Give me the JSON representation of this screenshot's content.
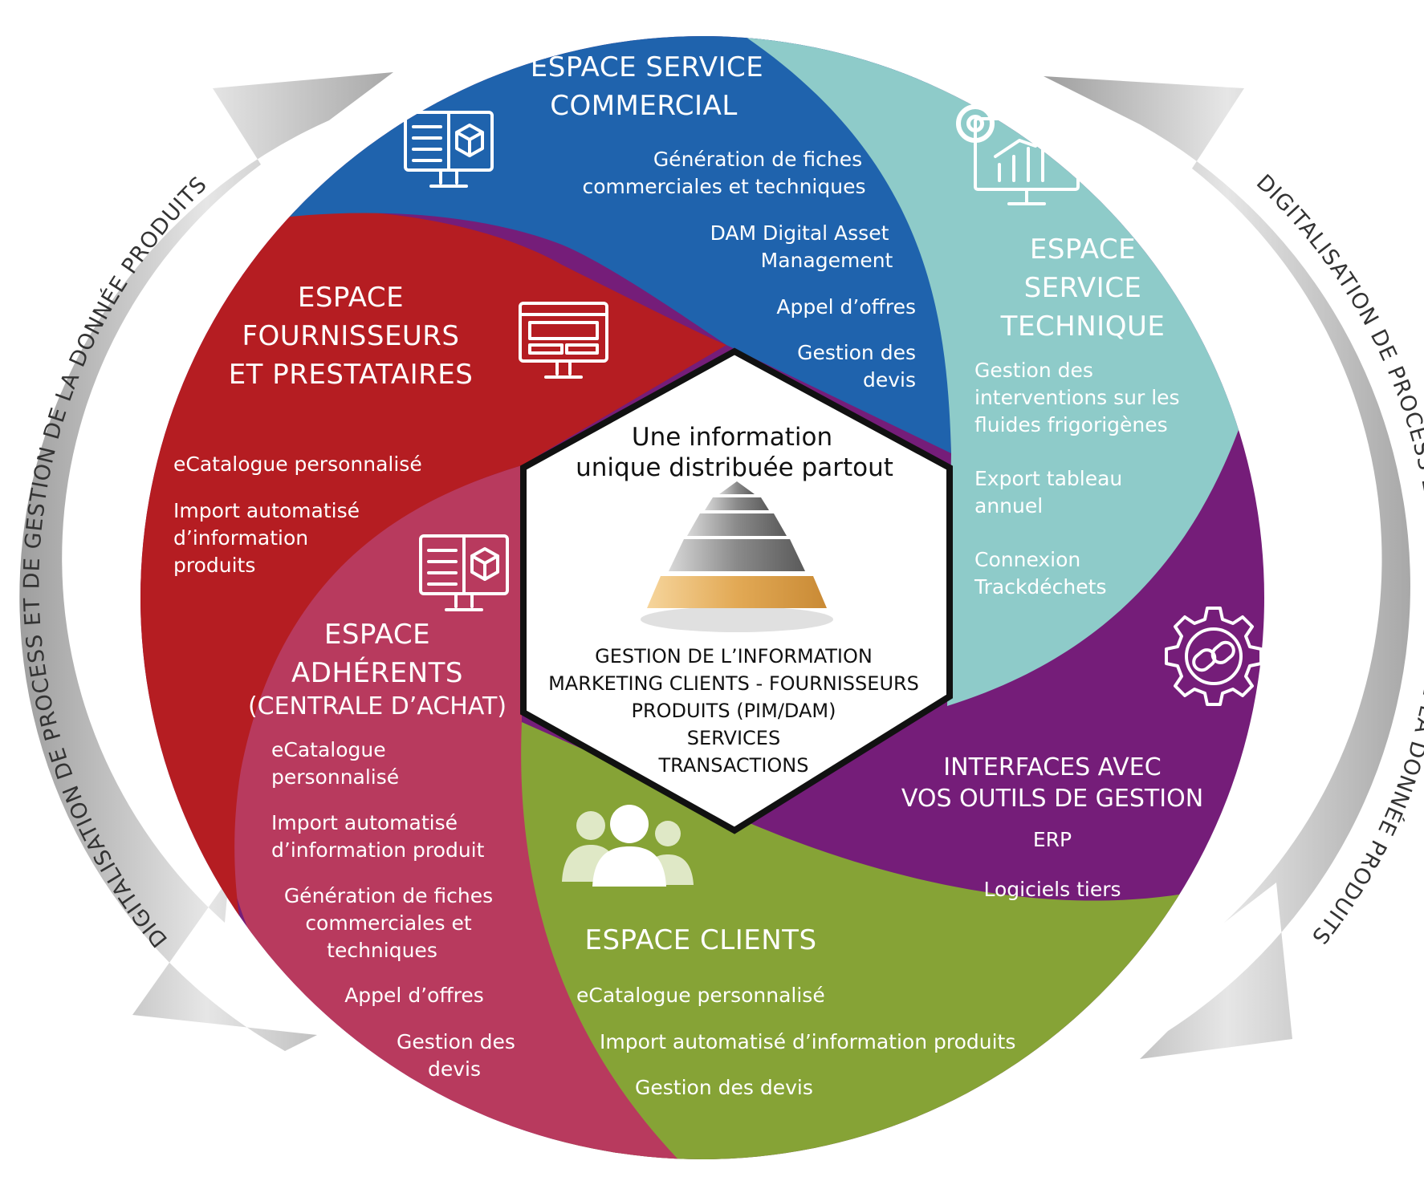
{
  "colors": {
    "commercial": "#1f63ad",
    "technique": "#8ecbc9",
    "fournisseurs": "#b51d22",
    "adherents": "#b83a5e",
    "clients": "#86a336",
    "interfaces": "#751d79",
    "arrows": "#bdbdbd",
    "pyramid_top": "#9a9a9a",
    "pyramid_base": "#e5b168"
  },
  "outer_left": "DIGITALISATION DE PROCESS  ET DE GESTION DE LA DONNÉE PRODUITS",
  "outer_right": "DIGITALISATION DE PROCESS  ET DE GESTION DE LA DONNÉE PRODUITS",
  "center": {
    "headline": [
      "Une information",
      "unique distribuée partout"
    ],
    "lines": [
      "GESTION DE L’INFORMATION",
      "MARKETING CLIENTS - FOURNISSEURS",
      "PRODUITS (PIM/DAM)",
      "SERVICES",
      "TRANSACTIONS"
    ]
  },
  "commercial": {
    "icon": "monitor-cube-icon",
    "title": [
      "ESPACE SERVICE",
      "COMMERCIAL"
    ],
    "items": [
      "Génération de fiches",
      "commerciales et techniques",
      "DAM Digital Asset",
      "Management",
      "Appel d’offres",
      "Gestion des",
      "devis"
    ]
  },
  "technique": {
    "icon": "gear-chart-monitor-icon",
    "title": [
      "ESPACE",
      "SERVICE",
      "TECHNIQUE"
    ],
    "items": [
      "Gestion des",
      "interventions sur les",
      "fluides frigorigènes",
      "Export tableau",
      "annuel",
      "Connexion",
      "Trackdéchets"
    ]
  },
  "fournisseurs": {
    "icon": "monitor-layout-icon",
    "title": [
      "ESPACE",
      "FOURNISSEURS",
      "ET PRESTATAIRES"
    ],
    "items": [
      "eCatalogue personnalisé",
      "Import automatisé",
      "d’information",
      "produits"
    ]
  },
  "adherents": {
    "icon": "monitor-cube-icon",
    "title": [
      "ESPACE",
      "ADHÉRENTS",
      "(CENTRALE D’ACHAT)"
    ],
    "items": [
      "eCatalogue",
      "personnalisé",
      "Import automatisé",
      "d’information produit",
      "Génération de fiches",
      "commerciales et",
      "techniques",
      "Appel d’offres",
      "Gestion des",
      "devis"
    ]
  },
  "clients": {
    "icon": "people-group-icon",
    "title": [
      "ESPACE CLIENTS"
    ],
    "items": [
      "eCatalogue personnalisé",
      "Import automatisé d’information produits",
      "Gestion des devis"
    ]
  },
  "interfaces": {
    "icon": "gear-link-icon",
    "title": [
      "INTERFACES AVEC",
      "VOS OUTILS DE GESTION"
    ],
    "items": [
      "ERP",
      "Logiciels tiers"
    ]
  }
}
